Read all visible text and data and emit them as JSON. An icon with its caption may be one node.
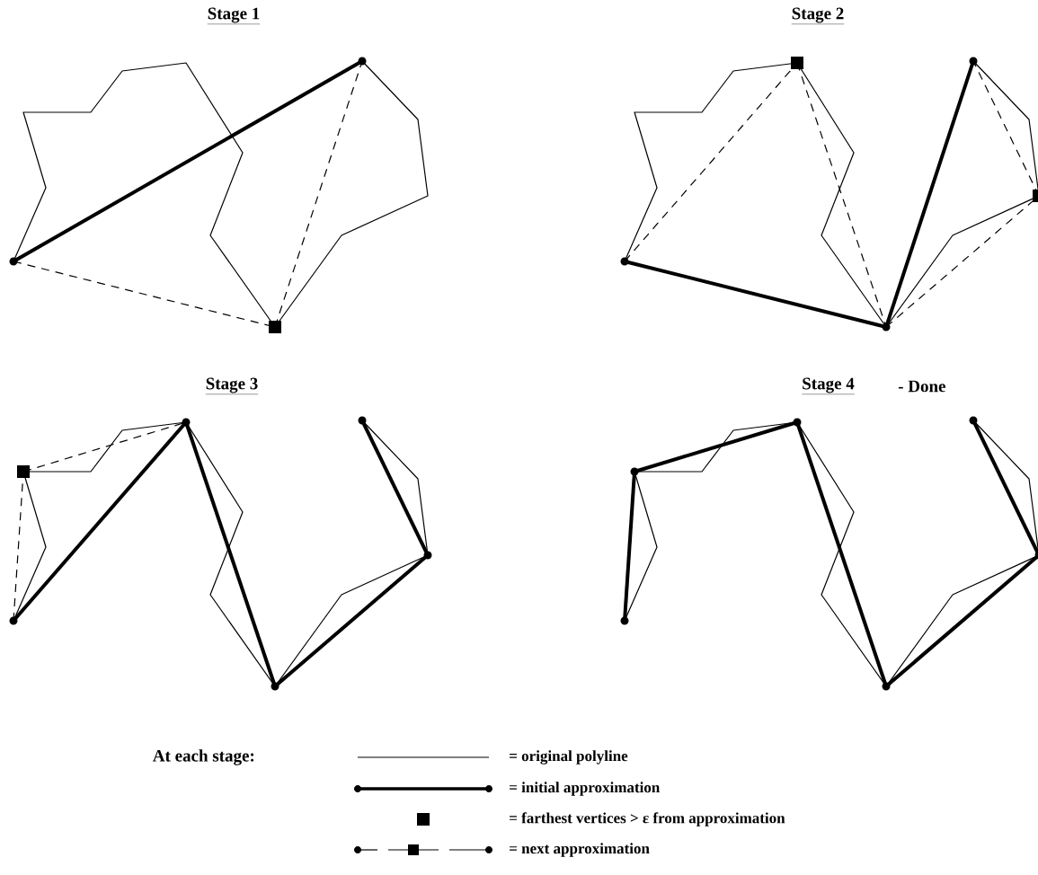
{
  "diagram": {
    "labels": [
      "Stage 1",
      "Stage 2",
      "Stage 3",
      "Stage 4",
      "- Done",
      "At each stage:"
    ],
    "legend": [
      {
        "text": "= original polyline"
      },
      {
        "text": "= initial approximation"
      },
      {
        "text": "= farthest vertices > ε from approximation"
      },
      {
        "text": "= next approximation"
      }
    ]
  }
}
